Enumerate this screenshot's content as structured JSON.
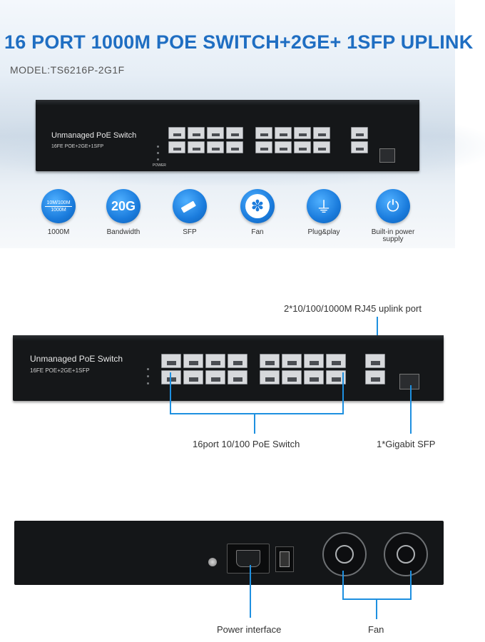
{
  "hero": {
    "title": "16 PORT 1000M POE SWITCH+2GE+ 1SFP UPLINK",
    "model": "MODEL:TS6216P-2G1F",
    "switch_label": "Unmanaged PoE Switch",
    "switch_sublabel": "16FE POE+2GE+1SFP",
    "power_label": "POWER"
  },
  "features": [
    {
      "icon_text": "10M/100M 1000M",
      "icon": "speed-badge-icon",
      "label": "1000M"
    },
    {
      "icon_text": "20G",
      "icon": "bandwidth-badge-icon",
      "label": "Bandwidth"
    },
    {
      "icon_text": "",
      "icon": "sfp-module-icon",
      "label": "SFP"
    },
    {
      "icon_text": "",
      "icon": "fan-icon",
      "label": "Fan"
    },
    {
      "icon_text": "",
      "icon": "plug-icon",
      "label": "Plug&play"
    },
    {
      "icon_text": "",
      "icon": "power-icon",
      "label": "Built-in power supply"
    }
  ],
  "front": {
    "switch_label": "Unmanaged PoE Switch",
    "switch_sublabel": "16FE POE+2GE+1SFP",
    "uplink_annotation": "2*10/100/1000M RJ45 uplink port",
    "poe_annotation": "16port 10/100 PoE Switch",
    "sfp_annotation": "1*Gigabit SFP"
  },
  "rear": {
    "power_annotation": "Power interface",
    "fan_annotation": "Fan"
  },
  "colors": {
    "title": "#1f6ec2",
    "accent_line": "#1e90e0",
    "chassis": "#151719"
  }
}
